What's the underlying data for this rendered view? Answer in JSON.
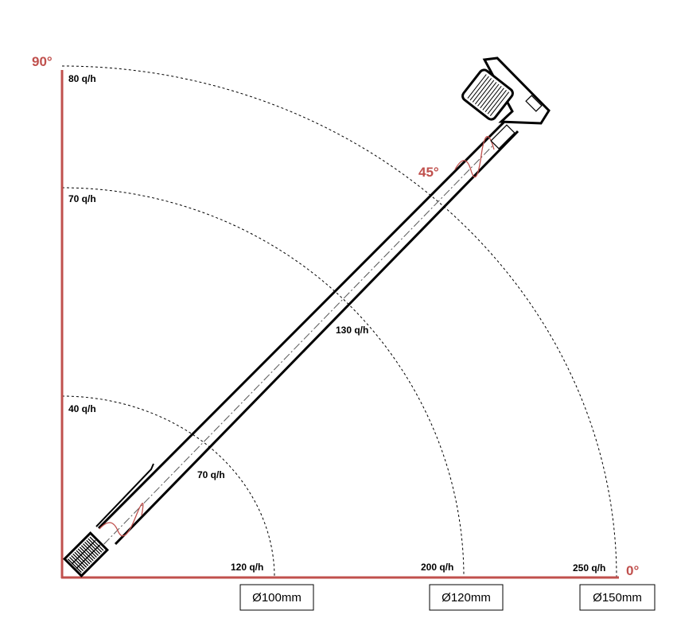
{
  "angles": {
    "vertical": "90°",
    "diagonal": "45°",
    "horizontal": "0°"
  },
  "vertical_labels": [
    "80 q/h",
    "70 q/h",
    "40 q/h"
  ],
  "horizontal_labels": [
    "120 q/h",
    "200 q/h",
    "250 q/h"
  ],
  "diagonal_labels": [
    "130 q/h",
    "70 q/h"
  ],
  "diameters": [
    "Ø100mm",
    "Ø120mm",
    "Ø150mm"
  ],
  "colors": {
    "accent": "#c0504d",
    "line": "#000000"
  }
}
